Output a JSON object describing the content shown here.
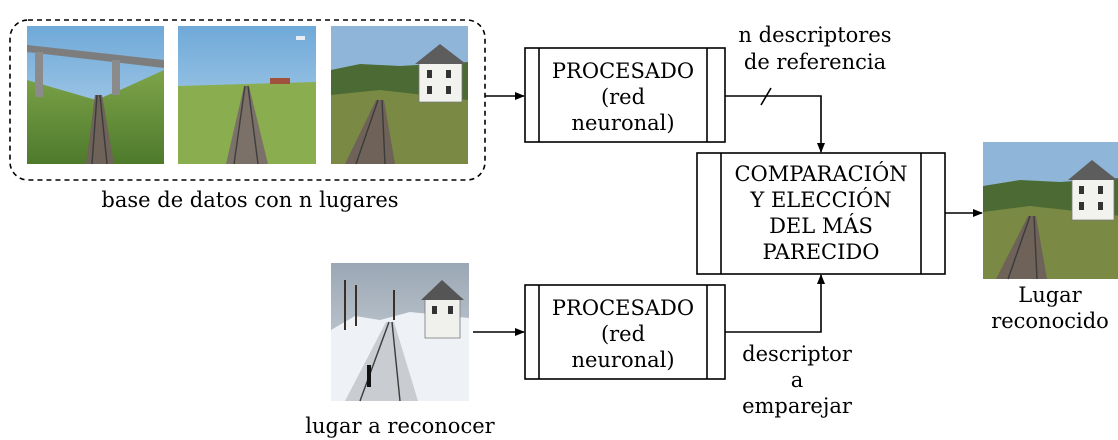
{
  "database": {
    "caption": "base de datos con n lugares",
    "images": [
      {
        "icon": "railway-bridge-photo"
      },
      {
        "icon": "railway-field-photo"
      },
      {
        "icon": "railway-house-summer-photo"
      }
    ]
  },
  "process_top": {
    "lines": [
      "PROCESADO",
      "(red",
      "neuronal)"
    ]
  },
  "process_bottom": {
    "lines": [
      "PROCESADO",
      "(red",
      "neuronal)"
    ]
  },
  "compare": {
    "lines": [
      "COMPARACIÓN",
      "Y ELECCIÓN",
      "DEL MÁS",
      "PARECIDO"
    ]
  },
  "ref_label": {
    "lines": [
      "n descriptores",
      "de referencia"
    ]
  },
  "match_label": {
    "lines": [
      "descriptor",
      "a",
      "emparejar"
    ]
  },
  "query": {
    "caption": "lugar a reconocer",
    "icon": "railway-house-winter-photo"
  },
  "result": {
    "lines": [
      "Lugar",
      "reconocido"
    ],
    "icon": "railway-house-summer-photo"
  }
}
